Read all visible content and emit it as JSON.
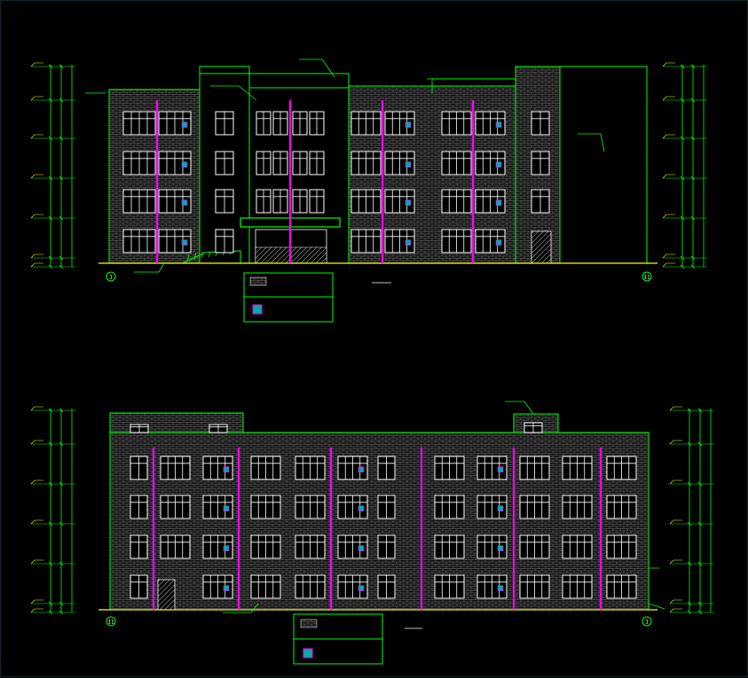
{
  "drawing": {
    "background": "#000000",
    "colors": {
      "outline": "#00ff00",
      "brick": "#8a8a8a",
      "window": "#ffffff",
      "downpipe": "#ff00ff",
      "marker": "#00ffff",
      "level_text": "#ffff00",
      "ground": "#ffff00"
    },
    "front_elevation": {
      "axis_labels": [
        "1",
        "11"
      ],
      "legend": {
        "row1": "",
        "row2": ""
      }
    },
    "rear_elevation": {
      "axis_labels": [
        "11",
        "1"
      ],
      "legend": {
        "row1": "",
        "row2": ""
      }
    },
    "icons": [
      "brick-hatch-swatch-icon",
      "air-conditioner-marker-icon",
      "axis-bubble-icon"
    ]
  }
}
